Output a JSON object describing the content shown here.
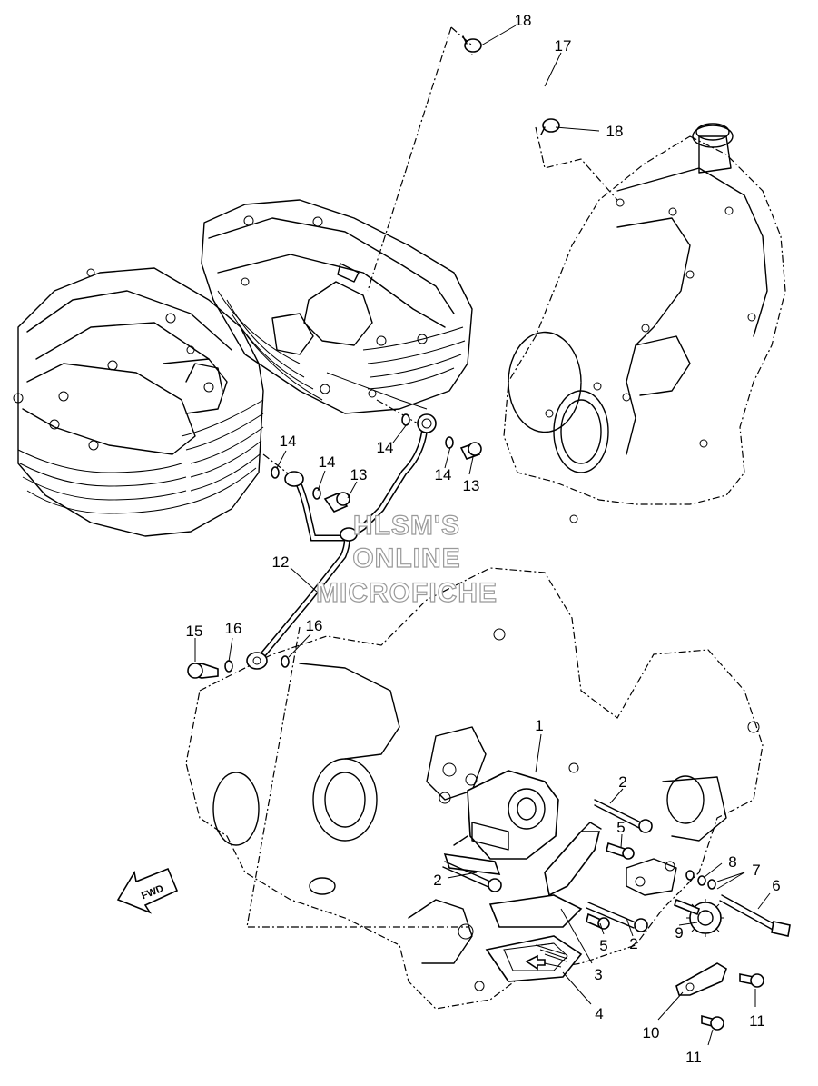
{
  "diagram": {
    "labels": {
      "l1": "1",
      "l2a": "2",
      "l2b": "2",
      "l2c": "2",
      "l3": "3",
      "l4": "4",
      "l5a": "5",
      "l5b": "5",
      "l6": "6",
      "l7": "7",
      "l8": "8",
      "l9": "9",
      "l10": "10",
      "l11a": "11",
      "l11b": "11",
      "l12": "12",
      "l13a": "13",
      "l13b": "13",
      "l14a": "14",
      "l14b": "14",
      "l14c": "14",
      "l14d": "14",
      "l15": "15",
      "l16a": "16",
      "l16b": "16",
      "l17": "17",
      "l18a": "18",
      "l18b": "18"
    },
    "watermark": [
      "HLSM'S",
      "ONLINE",
      "MICROFICHE"
    ],
    "direction_badge": "FWD"
  }
}
